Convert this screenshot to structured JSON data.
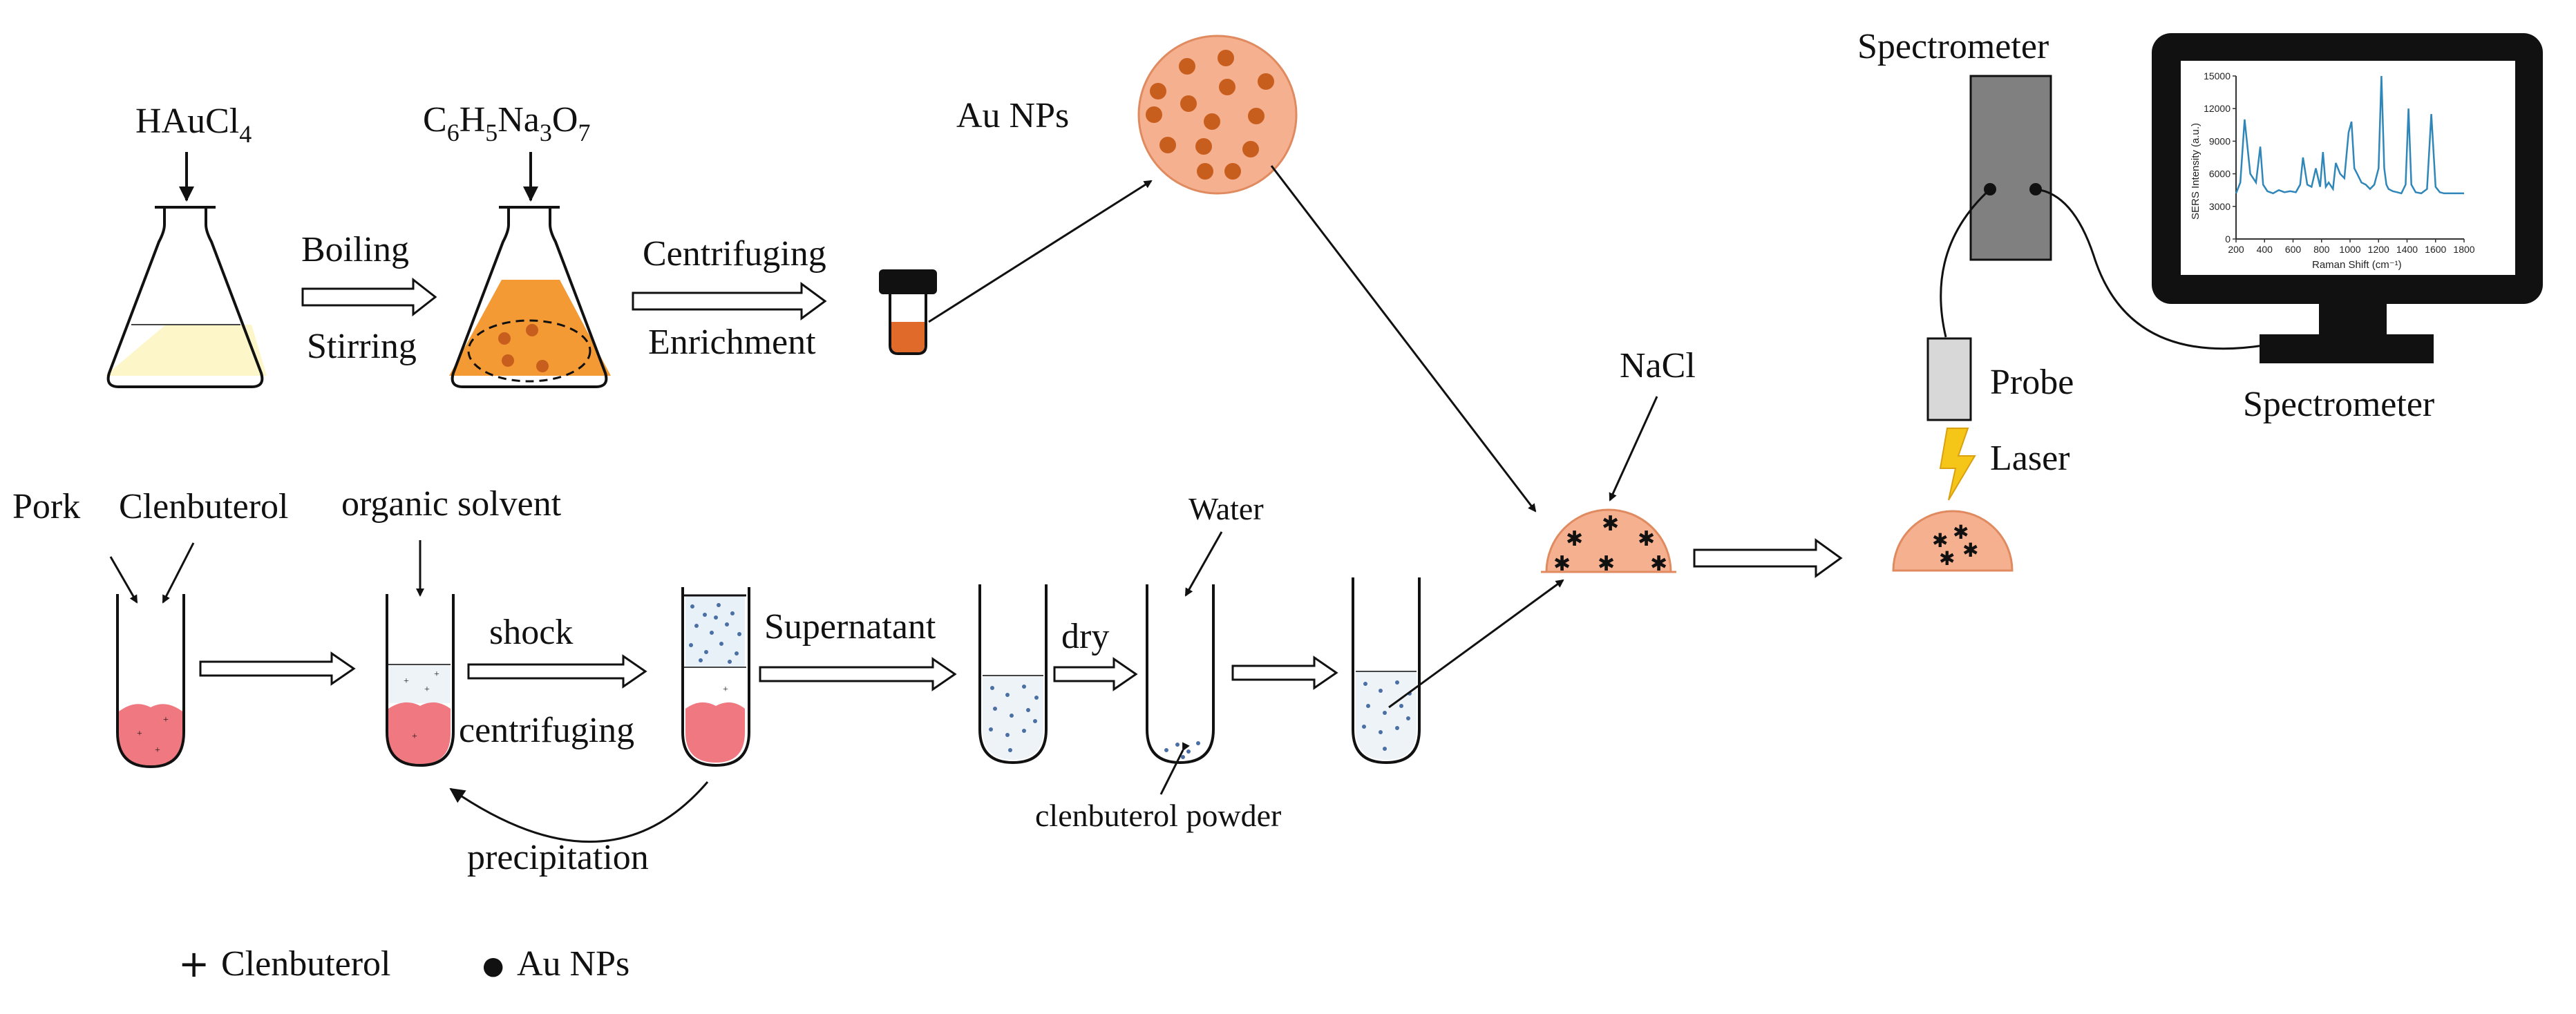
{
  "labels": {
    "hauc": "HAuCl",
    "hauc_sub": "4",
    "citrate_c": "C",
    "citrate_c_sub": "6",
    "citrate_h": "H",
    "citrate_h_sub": "5",
    "citrate_na": "Na",
    "citrate_na_sub": "3",
    "citrate_o": "O",
    "citrate_o_sub": "7",
    "boiling": "Boiling",
    "stirring": "Stirring",
    "centrifuging_top": "Centrifuging",
    "enrichment": "Enrichment",
    "au_nps": "Au NPs",
    "pork": "Pork",
    "clenbuterol": "Clenbuterol",
    "organic_solvent": "organic solvent",
    "shock": "shock",
    "centrifuging_bottom": "centrifuging",
    "precipitation": "precipitation",
    "supernatant": "Supernatant",
    "dry": "dry",
    "water": "Water",
    "clenbuterol_powder": "clenbuterol powder",
    "nacl": "NaCl",
    "spectrometer_top": "Spectrometer",
    "probe": "Probe",
    "laser": "Laser",
    "spectrometer_bottom": "Spectrometer"
  },
  "legend": {
    "clenbuterol_symbol": "+",
    "clenbuterol_label": "Clenbuterol",
    "au_symbol": "●",
    "au_label": "Au NPs"
  },
  "colors": {
    "pale_yellow": "#fdf6c8",
    "orange": "#f39a35",
    "nanoparticle": "#c85e1e",
    "np_sphere": "#f5b08f",
    "pink": "#f07880",
    "spectrum": "#2f86b8",
    "clen_dot": "#4a6fa5"
  },
  "chart_data": {
    "type": "line",
    "xlabel": "Raman Shift (cm⁻¹)",
    "ylabel": "SERS Intensity (a.u.)",
    "xlim": [
      200,
      1800
    ],
    "ylim": [
      0,
      15000
    ],
    "x_ticks": [
      "200",
      "400",
      "600",
      "800",
      "1000",
      "1200",
      "1400",
      "1600",
      "1800"
    ],
    "y_ticks": [
      "0",
      "3000",
      "6000",
      "9000",
      "12000",
      "15000"
    ],
    "series": [
      {
        "x": [
          200,
          230,
          260,
          300,
          340,
          370,
          390,
          420,
          460,
          500,
          540,
          580,
          620,
          650,
          670,
          700,
          730,
          760,
          790,
          810,
          830,
          850,
          880,
          900,
          930,
          960,
          990,
          1010,
          1030,
          1050,
          1080,
          1110,
          1140,
          1170,
          1200,
          1220,
          1240,
          1255,
          1270,
          1300,
          1330,
          1360,
          1390,
          1410,
          1430,
          1460,
          1500,
          1540,
          1570,
          1600,
          1630,
          1660,
          1700,
          1750,
          1800
        ],
        "y": [
          4200,
          5200,
          11000,
          6000,
          5200,
          8500,
          5000,
          4400,
          4200,
          4500,
          4300,
          4400,
          4300,
          5000,
          7500,
          5000,
          4800,
          6500,
          4800,
          8000,
          4800,
          5200,
          4600,
          7000,
          6000,
          5600,
          9800,
          10800,
          6500,
          6000,
          5200,
          5000,
          4600,
          5000,
          6500,
          15000,
          6500,
          5000,
          4600,
          4400,
          4300,
          4200,
          5000,
          12000,
          5000,
          4300,
          4200,
          4600,
          11500,
          4800,
          4300,
          4200,
          4200,
          4200,
          4200
        ]
      }
    ]
  }
}
